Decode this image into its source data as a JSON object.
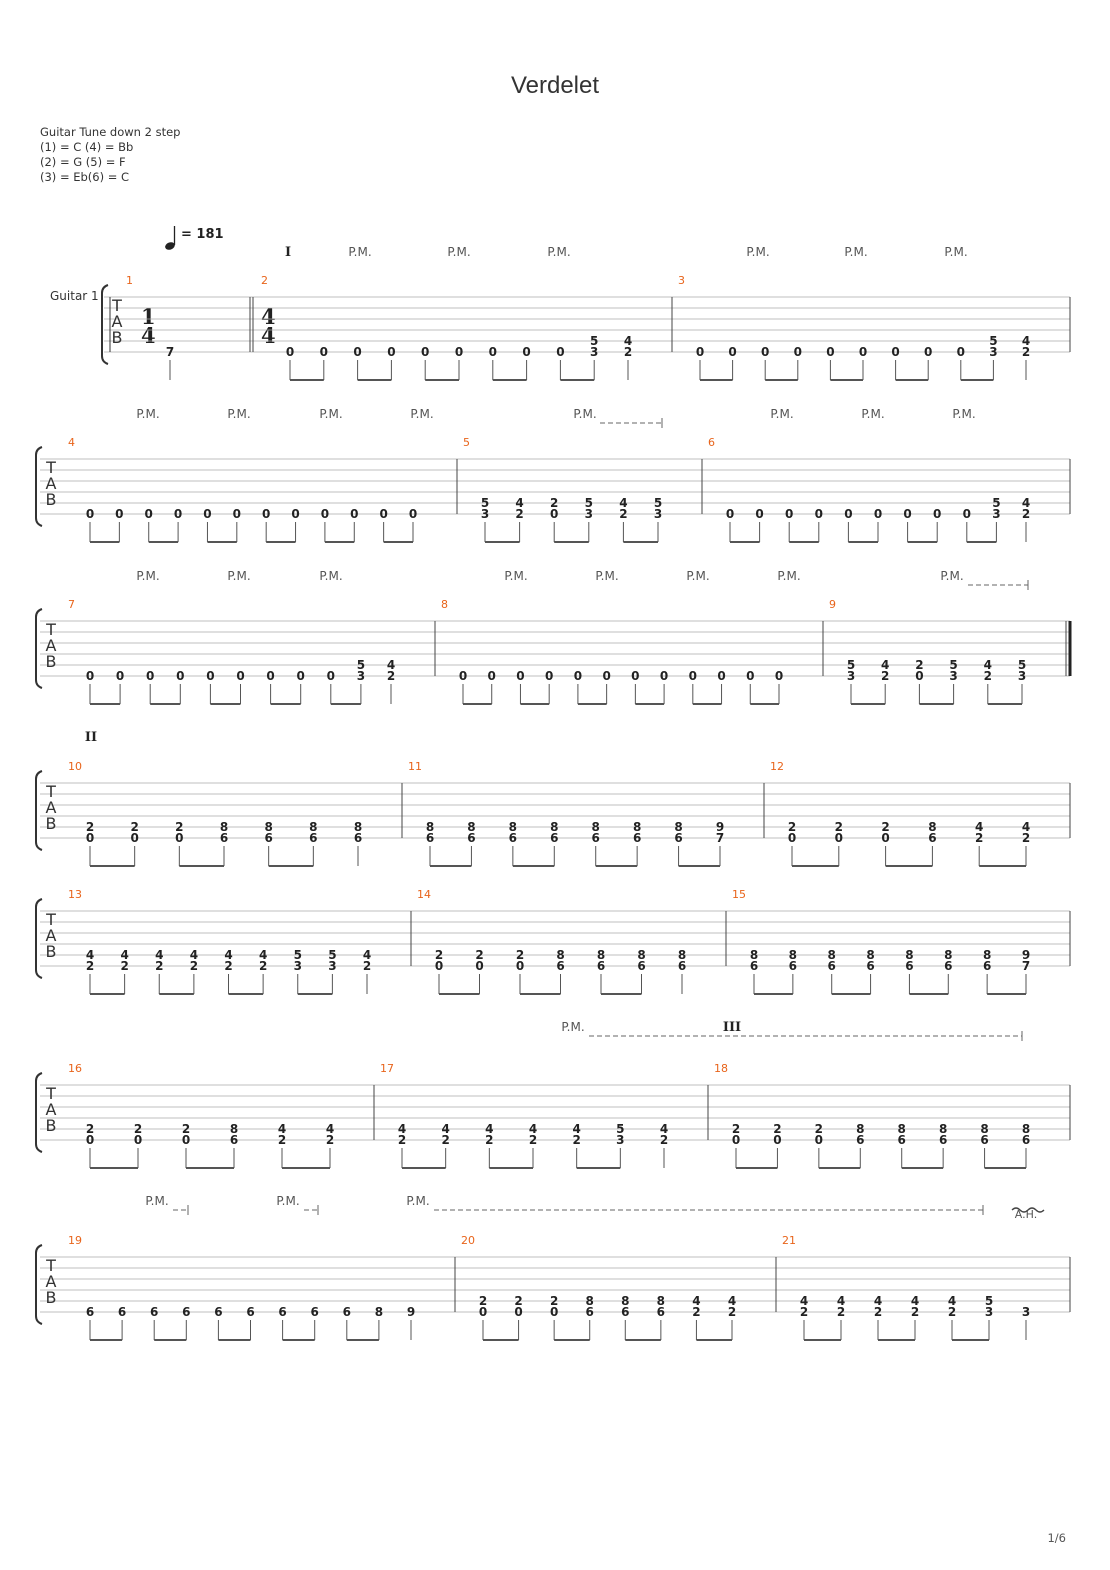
{
  "title": "Verdelet",
  "tuning": [
    "Guitar Tune down 2 step",
    "(1) = C (4) = Bb",
    "(2) = G (5) = F",
    "(3) = Eb(6) = C"
  ],
  "page_number": "1/6",
  "instrument": "Guitar 1",
  "tempo": "= 181",
  "time_signatures": [
    {
      "bar": 1,
      "sig": "1/4"
    },
    {
      "bar": 2,
      "sig": "4/4"
    }
  ],
  "tab_letters": [
    "T",
    "A",
    "B"
  ],
  "palm_mute_label": "P.M.",
  "artificial_harmonic_label": "A.H.",
  "sections": [
    {
      "label": "I",
      "bar": 2
    },
    {
      "label": "II",
      "bar": 10
    },
    {
      "label": "III",
      "bar": 18
    }
  ],
  "bars": [
    {
      "n": 1,
      "notes": [
        [
          "7"
        ]
      ]
    },
    {
      "n": 2,
      "notes": [
        [
          "0"
        ],
        [
          "0"
        ],
        [
          "0"
        ],
        [
          "0"
        ],
        [
          "0"
        ],
        [
          "0"
        ],
        [
          "0"
        ],
        [
          "0"
        ],
        [
          "0"
        ],
        [
          "5",
          "3"
        ],
        [
          "4",
          "2"
        ]
      ]
    },
    {
      "n": 3,
      "notes": [
        [
          "0"
        ],
        [
          "0"
        ],
        [
          "0"
        ],
        [
          "0"
        ],
        [
          "0"
        ],
        [
          "0"
        ],
        [
          "0"
        ],
        [
          "0"
        ],
        [
          "0"
        ],
        [
          "5",
          "3"
        ],
        [
          "4",
          "2"
        ]
      ]
    },
    {
      "n": 4,
      "notes": [
        [
          "0"
        ],
        [
          "0"
        ],
        [
          "0"
        ],
        [
          "0"
        ],
        [
          "0"
        ],
        [
          "0"
        ],
        [
          "0"
        ],
        [
          "0"
        ],
        [
          "0"
        ],
        [
          "0"
        ],
        [
          "0"
        ],
        [
          "0"
        ]
      ]
    },
    {
      "n": 5,
      "notes": [
        [
          "5",
          "3"
        ],
        [
          "4",
          "2"
        ],
        [
          "2",
          "0"
        ],
        [
          "5",
          "3"
        ],
        [
          "4",
          "2"
        ],
        [
          "5",
          "3"
        ]
      ]
    },
    {
      "n": 6,
      "notes": [
        [
          "0"
        ],
        [
          "0"
        ],
        [
          "0"
        ],
        [
          "0"
        ],
        [
          "0"
        ],
        [
          "0"
        ],
        [
          "0"
        ],
        [
          "0"
        ],
        [
          "0"
        ],
        [
          "5",
          "3"
        ],
        [
          "4",
          "2"
        ]
      ]
    },
    {
      "n": 7,
      "notes": [
        [
          "0"
        ],
        [
          "0"
        ],
        [
          "0"
        ],
        [
          "0"
        ],
        [
          "0"
        ],
        [
          "0"
        ],
        [
          "0"
        ],
        [
          "0"
        ],
        [
          "0"
        ],
        [
          "5",
          "3"
        ],
        [
          "4",
          "2"
        ]
      ]
    },
    {
      "n": 8,
      "notes": [
        [
          "0"
        ],
        [
          "0"
        ],
        [
          "0"
        ],
        [
          "0"
        ],
        [
          "0"
        ],
        [
          "0"
        ],
        [
          "0"
        ],
        [
          "0"
        ],
        [
          "0"
        ],
        [
          "0"
        ],
        [
          "0"
        ],
        [
          "0"
        ]
      ]
    },
    {
      "n": 9,
      "notes": [
        [
          "5",
          "3"
        ],
        [
          "4",
          "2"
        ],
        [
          "2",
          "0"
        ],
        [
          "5",
          "3"
        ],
        [
          "4",
          "2"
        ],
        [
          "5",
          "3"
        ]
      ]
    },
    {
      "n": 10,
      "notes": [
        [
          "2",
          "0"
        ],
        [
          "2",
          "0"
        ],
        [
          "2",
          "0"
        ],
        [
          "8",
          "6"
        ],
        [
          "8",
          "6"
        ],
        [
          "8",
          "6"
        ],
        [
          "8",
          "6"
        ]
      ]
    },
    {
      "n": 11,
      "notes": [
        [
          "8",
          "6"
        ],
        [
          "8",
          "6"
        ],
        [
          "8",
          "6"
        ],
        [
          "8",
          "6"
        ],
        [
          "8",
          "6"
        ],
        [
          "8",
          "6"
        ],
        [
          "8",
          "6"
        ],
        [
          "9",
          "7"
        ]
      ]
    },
    {
      "n": 12,
      "notes": [
        [
          "2",
          "0"
        ],
        [
          "2",
          "0"
        ],
        [
          "2",
          "0"
        ],
        [
          "8",
          "6"
        ],
        [
          "4",
          "2"
        ],
        [
          "4",
          "2"
        ]
      ]
    },
    {
      "n": 13,
      "notes": [
        [
          "4",
          "2"
        ],
        [
          "4",
          "2"
        ],
        [
          "4",
          "2"
        ],
        [
          "4",
          "2"
        ],
        [
          "4",
          "2"
        ],
        [
          "4",
          "2"
        ],
        [
          "5",
          "3"
        ],
        [
          "5",
          "3"
        ],
        [
          "4",
          "2"
        ]
      ]
    },
    {
      "n": 14,
      "notes": [
        [
          "2",
          "0"
        ],
        [
          "2",
          "0"
        ],
        [
          "2",
          "0"
        ],
        [
          "8",
          "6"
        ],
        [
          "8",
          "6"
        ],
        [
          "8",
          "6"
        ],
        [
          "8",
          "6"
        ]
      ]
    },
    {
      "n": 15,
      "notes": [
        [
          "8",
          "6"
        ],
        [
          "8",
          "6"
        ],
        [
          "8",
          "6"
        ],
        [
          "8",
          "6"
        ],
        [
          "8",
          "6"
        ],
        [
          "8",
          "6"
        ],
        [
          "8",
          "6"
        ],
        [
          "9",
          "7"
        ]
      ]
    },
    {
      "n": 16,
      "notes": [
        [
          "2",
          "0"
        ],
        [
          "2",
          "0"
        ],
        [
          "2",
          "0"
        ],
        [
          "8",
          "6"
        ],
        [
          "4",
          "2"
        ],
        [
          "4",
          "2"
        ]
      ]
    },
    {
      "n": 17,
      "notes": [
        [
          "4",
          "2"
        ],
        [
          "4",
          "2"
        ],
        [
          "4",
          "2"
        ],
        [
          "4",
          "2"
        ],
        [
          "4",
          "2"
        ],
        [
          "5",
          "3"
        ],
        [
          "4",
          "2"
        ]
      ]
    },
    {
      "n": 18,
      "notes": [
        [
          "2",
          "0"
        ],
        [
          "2",
          "0"
        ],
        [
          "2",
          "0"
        ],
        [
          "8",
          "6"
        ],
        [
          "8",
          "6"
        ],
        [
          "8",
          "6"
        ],
        [
          "8",
          "6"
        ],
        [
          "8",
          "6"
        ]
      ]
    },
    {
      "n": 19,
      "notes": [
        [
          "6"
        ],
        [
          "6"
        ],
        [
          "6"
        ],
        [
          "6"
        ],
        [
          "6"
        ],
        [
          "6"
        ],
        [
          "6"
        ],
        [
          "6"
        ],
        [
          "6"
        ],
        [
          "8"
        ],
        [
          "9"
        ]
      ]
    },
    {
      "n": 20,
      "notes": [
        [
          "2",
          "0"
        ],
        [
          "2",
          "0"
        ],
        [
          "2",
          "0"
        ],
        [
          "8",
          "6"
        ],
        [
          "8",
          "6"
        ],
        [
          "8",
          "6"
        ],
        [
          "4",
          "2"
        ],
        [
          "4",
          "2"
        ]
      ]
    },
    {
      "n": 21,
      "notes": [
        [
          "4",
          "2"
        ],
        [
          "4",
          "2"
        ],
        [
          "4",
          "2"
        ],
        [
          "4",
          "2"
        ],
        [
          "4",
          "2"
        ],
        [
          "5",
          "3"
        ],
        [
          "3"
        ]
      ]
    }
  ]
}
